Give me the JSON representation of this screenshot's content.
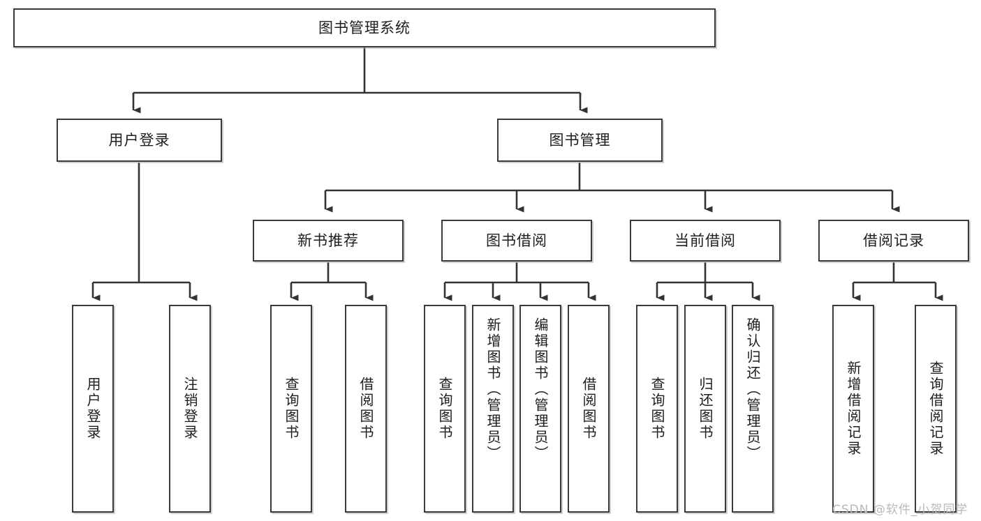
{
  "diagram": {
    "title": "图书管理系统",
    "type": "功能结构图",
    "colors": {
      "box_border": "#3a3a3a",
      "box_fill": "#ffffff",
      "connector": "#333333",
      "text": "#1d1d1d",
      "watermark": "#b9b9b9"
    },
    "root": {
      "label": "图书管理系统"
    },
    "level2": [
      {
        "label": "用户登录"
      },
      {
        "label": "图书管理"
      }
    ],
    "level3": [
      {
        "label": "新书推荐"
      },
      {
        "label": "图书借阅"
      },
      {
        "label": "当前借阅"
      },
      {
        "label": "借阅记录"
      }
    ],
    "leaves": {
      "user_login": [
        {
          "label": "用户登录"
        },
        {
          "label": "注销登录"
        }
      ],
      "new_book_recommend": [
        {
          "label": "查询图书"
        },
        {
          "label": "借阅图书"
        }
      ],
      "book_borrow": [
        {
          "label": "查询图书"
        },
        {
          "label": "新增图书（管理员）"
        },
        {
          "label": "编辑图书（管理员）"
        },
        {
          "label": "借阅图书"
        }
      ],
      "current_borrow": [
        {
          "label": "查询图书"
        },
        {
          "label": "归还图书"
        },
        {
          "label": "确认归还（管理员）"
        }
      ],
      "borrow_record": [
        {
          "label": "新增借阅记录"
        },
        {
          "label": "查询借阅记录"
        }
      ]
    },
    "watermark": "CSDN @软件_小贺同学"
  }
}
